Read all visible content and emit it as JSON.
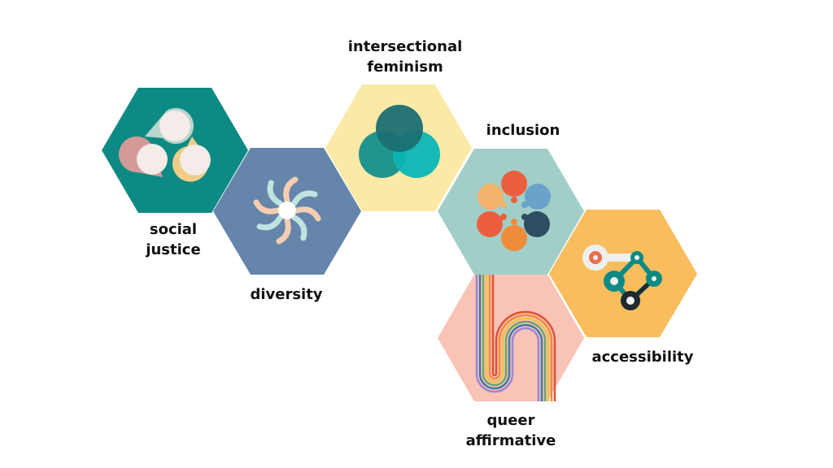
{
  "topics": [
    {
      "id": "social-justice",
      "lines": [
        "social",
        "justice"
      ],
      "color": "#0e8a84"
    },
    {
      "id": "intersectional-feminism",
      "lines": [
        "intersectional",
        "feminism"
      ],
      "color": "#fbe9a6"
    },
    {
      "id": "diversity",
      "lines": [
        "diversity"
      ],
      "color": "#6585ab"
    },
    {
      "id": "queer-affirmative",
      "lines": [
        "queer",
        "affirmative"
      ],
      "color": "#f9c3b6"
    },
    {
      "id": "inclusion",
      "lines": [
        "inclusion"
      ],
      "color": "#a1cfc7"
    },
    {
      "id": "accessibility",
      "lines": [
        "accessibility"
      ],
      "color": "#f9bd5e"
    }
  ]
}
